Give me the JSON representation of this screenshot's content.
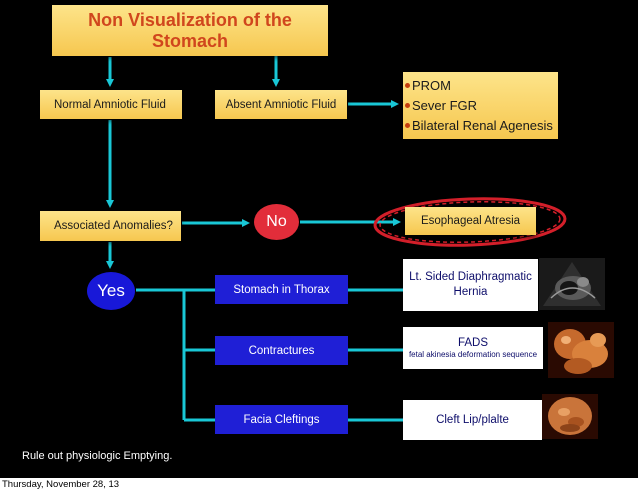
{
  "title": {
    "line1": "Non Visualization of the",
    "line2": "Stomach"
  },
  "normal_fluid": "Normal Amniotic Fluid",
  "absent_fluid": "Absent Amniotic Fluid",
  "absent_causes": [
    "PROM",
    "Sever FGR",
    "Bilateral Renal Agenesis"
  ],
  "associated": "Associated Anomalies?",
  "no_label": "No",
  "esophageal": "Esophageal Atresia",
  "yes_label": "Yes",
  "yes_findings": [
    {
      "finding": "Stomach in Thorax",
      "diagnosis_lines": [
        "Lt. Sided Diaphragmatic",
        "Hernia"
      ]
    },
    {
      "finding": "Contractures",
      "diagnosis_title": "FADS",
      "diagnosis_sub": "fetal akinesia deformation sequence"
    },
    {
      "finding": "Facia Cleftings",
      "diagnosis": "Cleft Lip/plalte"
    }
  ],
  "note": "Rule out physiologic Emptying.",
  "footer_date": "Thursday, November 28, 13",
  "colors": {
    "background": "#000000",
    "yellow_box": "#f6c74f",
    "title_text": "#d0461d",
    "blue_box": "#1f1fd6",
    "connector": "#19c7d6",
    "no_circle": "#e22d3a",
    "highlight_ellipse": "#d31f2a"
  }
}
